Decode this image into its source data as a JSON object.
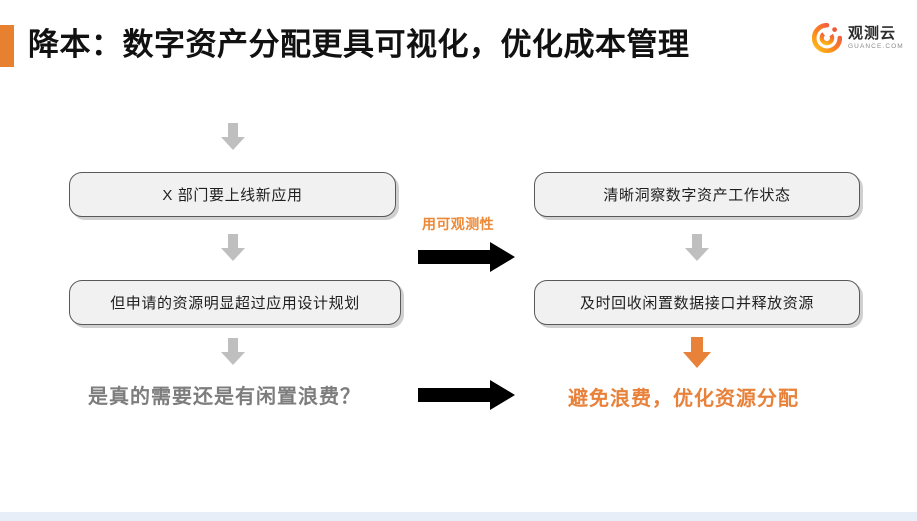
{
  "header": {
    "title": "降本：数字资产分配更具可视化，优化成本管理",
    "accent_color": "#e8812f"
  },
  "logo": {
    "name_cn": "观测云",
    "name_en": "GUANCE.COM",
    "icon": "guance-g-logo-icon",
    "gradient_from": "#ffb020",
    "gradient_to": "#f04a3c"
  },
  "flow": {
    "left_column": {
      "top_arrow": {
        "icon": "arrow-down-icon",
        "color": "#bfbfbf"
      },
      "boxes": [
        {
          "text": "X 部门要上线新应用"
        },
        {
          "text": "但申请的资源明显超过应用设计规划"
        }
      ],
      "arrows": [
        {
          "icon": "arrow-down-icon",
          "color": "#bfbfbf"
        },
        {
          "icon": "arrow-down-icon",
          "color": "#bfbfbf"
        }
      ],
      "conclusion": {
        "text": "是真的需要还是有闲置浪费？",
        "color": "#7d7d7d"
      }
    },
    "middle": {
      "caption": "用可观测性",
      "caption_color": "#ed8936",
      "arrow_icon": "arrow-right-icon",
      "arrow_color": "#000000",
      "bottom_arrow_icon": "arrow-right-icon",
      "bottom_arrow_color": "#000000"
    },
    "right_column": {
      "boxes": [
        {
          "text": "清晰洞察数字资产工作状态"
        },
        {
          "text": "及时回收闲置数据接口并释放资源"
        }
      ],
      "arrows": [
        {
          "icon": "arrow-down-icon",
          "color": "#bfbfbf"
        }
      ],
      "result_arrow": {
        "icon": "arrow-down-icon",
        "color": "#e8813a"
      },
      "conclusion": {
        "text": "避免浪费，优化资源分配",
        "color": "#e8813a"
      }
    }
  },
  "footer": {
    "strip_color": "#e8eef7"
  }
}
